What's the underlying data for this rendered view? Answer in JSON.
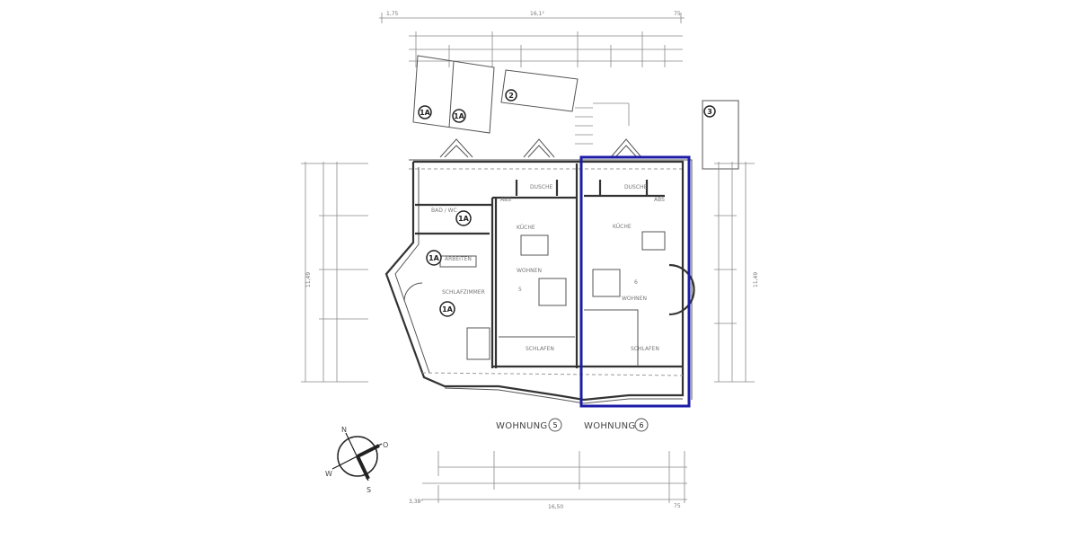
{
  "plan": {
    "highlight_color": "#1c1ca8",
    "apartments": [
      {
        "label": "WOHNUNG",
        "number": "5"
      },
      {
        "label": "WOHNUNG",
        "number": "6"
      }
    ],
    "rooms": {
      "bad": "BAD / WC",
      "arbeiten": "ARBEITEN",
      "schlafzimmer": "SCHLAFZIMMER",
      "kueche_5": "KÜCHE",
      "wohnen_5": "WOHNEN",
      "schlafen_5": "SCHLAFEN",
      "kueche_6": "KÜCHE",
      "wohnen_6": "WOHNEN",
      "schlafen_6": "SCHLAFEN",
      "abs_left": "ABS",
      "abs_right": "ABS",
      "dusche_5": "DUSCHE",
      "dusche_6": "DUSCHE"
    },
    "markers": {
      "unit_1a": "1A",
      "unit_2": "2",
      "unit_3": "3",
      "unit_5": "5",
      "unit_6": "6"
    },
    "compass": {
      "n": "N",
      "o": "O",
      "s": "S",
      "w": "W"
    },
    "dimensions": {
      "top_total": "16,1²",
      "top_left": "1,75",
      "top_right": "75",
      "bottom_total": "16,50",
      "bottom_left": "3,38⁵",
      "bottom_right": "75",
      "left_total": "11,49",
      "right_total": "11,49"
    }
  }
}
